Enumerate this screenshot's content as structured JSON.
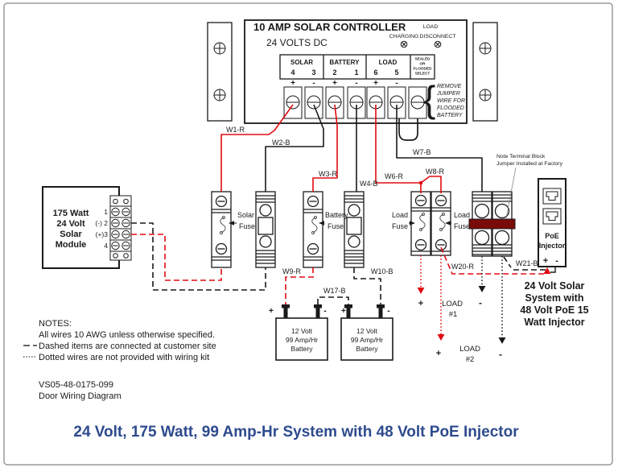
{
  "controller": {
    "title": "10 AMP SOLAR CONTROLLER",
    "voltage": "24 VOLTS DC",
    "led_charging": "CHARGING",
    "led_load_1": "LOAD",
    "led_load_2": "DISCONNECT",
    "groups": [
      {
        "name": "SOLAR",
        "n1": "4",
        "n2": "3",
        "p1": "+",
        "p2": "-"
      },
      {
        "name": "BATTERY",
        "n1": "2",
        "n2": "1",
        "p1": "+",
        "p2": "-"
      },
      {
        "name": "LOAD",
        "n1": "6",
        "n2": "5",
        "p1": "+",
        "p2": "-"
      }
    ],
    "select": [
      "SEALED",
      "OR",
      "FLOODED",
      "SELECT"
    ],
    "brace": "{",
    "jumper_note": [
      "REMOVE",
      "JUMPER",
      "WIRE FOR",
      "FLOODED",
      "BATTERY"
    ]
  },
  "module": {
    "lines": [
      "175 Watt",
      "24 Volt",
      "Solar",
      "Module"
    ],
    "t1": "1",
    "t2": "(-) 2",
    "t3": "(+)3",
    "t4": "4"
  },
  "fuse_labels": {
    "solar1": "Solar",
    "solar2": "Fuse",
    "battery1": "Battery",
    "battery2": "Fuse",
    "load1a": "Load",
    "load1b": "Fuse",
    "load2a": "Load",
    "load2b": "Fuse"
  },
  "wires": {
    "w1": "W1-R",
    "w2": "W2-B",
    "w3": "W3-R",
    "w4": "W4-B",
    "w6": "W6-R",
    "w7": "W7-B",
    "w8": "W8-R",
    "w9": "W9-R",
    "w10": "W10-B",
    "w17": "W17-B",
    "w20": "W20-R",
    "w21": "W21-B"
  },
  "battery1": [
    "12 Volt",
    "99 Amp/Hr",
    "Battery"
  ],
  "battery2": [
    "12 Volt",
    "99 Amp/Hr",
    "Battery"
  ],
  "signs": {
    "plus": "+",
    "minus": "-"
  },
  "factory_note": [
    "Note Terminal Block",
    "Jumper Installed at Factory"
  ],
  "poe": {
    "l1": "PoE",
    "l2": "Injector",
    "plus": "+",
    "minus": "-"
  },
  "system": [
    "24 Volt Solar",
    "System with",
    "48 Volt PoE 15",
    "Watt Injector"
  ],
  "load1": {
    "l1": "LOAD",
    "l2": "#1",
    "plus": "+",
    "minus": "-"
  },
  "load2": {
    "l1": "LOAD",
    "l2": "#2",
    "plus": "+",
    "minus": "-"
  },
  "notes": {
    "heading": "NOTES:",
    "l1": "All wires 10 AWG unless otherwise specified.",
    "l2": "Dashed items are connected at customer site",
    "l3": "Dotted wires are not provided with wiring kit"
  },
  "doc": {
    "number": "VS05-48-0175-099",
    "label": "Door Wiring Diagram"
  },
  "footer_title": "24 Volt, 175 Watt, 99 Amp-Hr System with 48 Volt PoE Injector",
  "colors": {
    "wire_red": "#e00b12",
    "wire_black": "#1a1a1a",
    "title_blue": "#2d4b8e",
    "jumper_maroon": "#7a0a0a",
    "border_gray": "#9a9a9a"
  }
}
